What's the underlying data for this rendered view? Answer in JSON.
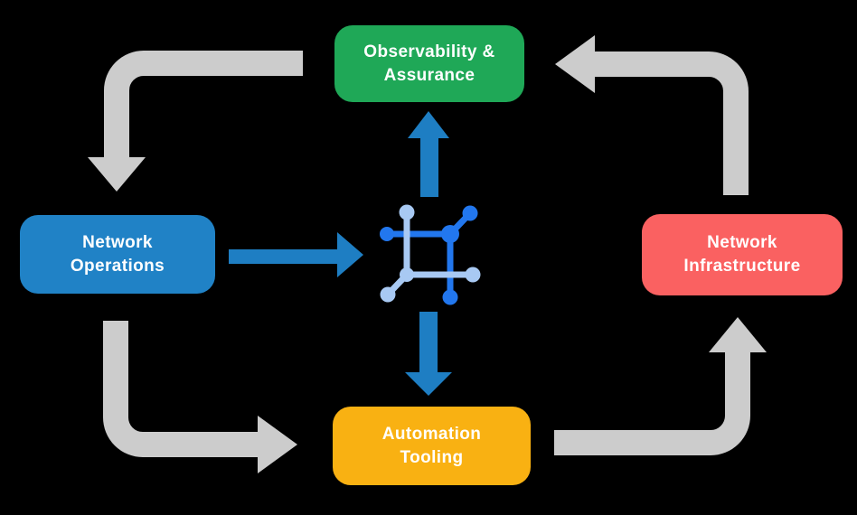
{
  "diagram": {
    "title": "network automation lifecycle diagram",
    "background": "#000000"
  },
  "nodes": {
    "observability": {
      "label": "Observability &\nAssurance",
      "color": "#1fa857"
    },
    "operations": {
      "label": "Network\nOperations",
      "color": "#2082c6"
    },
    "infrastructure": {
      "label": "Network\nInfrastructure",
      "color": "#fa6161"
    },
    "automation": {
      "label": "Automation\nTooling",
      "color": "#f9b112"
    }
  },
  "colors": {
    "cycle_arrow": "#cccccc",
    "flow_arrow": "#1e7ec3",
    "icon_primary": "#2277ee",
    "icon_secondary": "#a8c9f3",
    "label_text": "#ffffff"
  },
  "icons": {
    "center": "network-automation-icon"
  }
}
